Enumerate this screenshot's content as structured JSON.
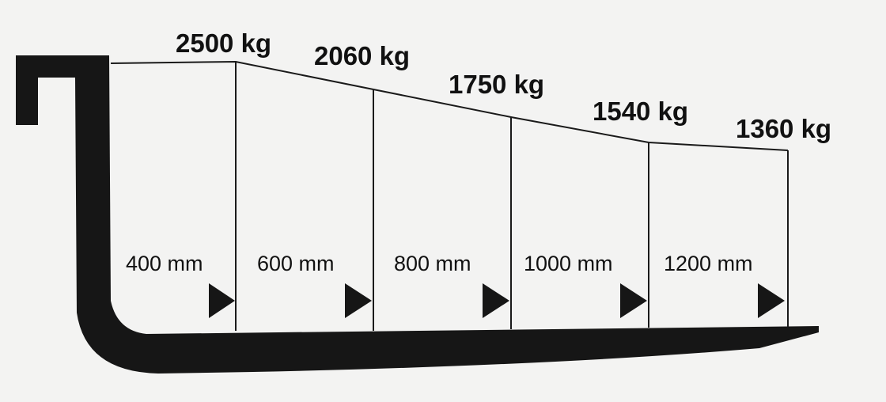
{
  "colors": {
    "background": "#f3f3f2",
    "fork": "#161616",
    "lines": "#1a1a1a",
    "text": "#111111"
  },
  "stations": [
    {
      "load": "2500 kg",
      "distance": "400 mm"
    },
    {
      "load": "2060 kg",
      "distance": "600 mm"
    },
    {
      "load": "1750 kg",
      "distance": "800 mm"
    },
    {
      "load": "1540 kg",
      "distance": "1000 mm"
    },
    {
      "load": "1360 kg",
      "distance": "1200 mm"
    }
  ]
}
